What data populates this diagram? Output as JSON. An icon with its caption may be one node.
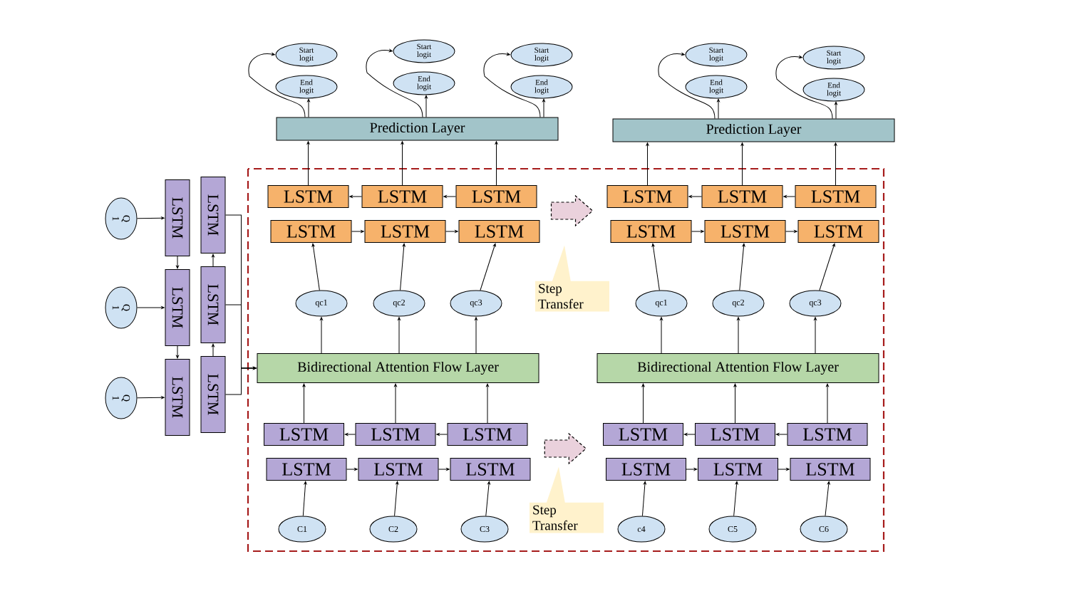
{
  "diagram": {
    "nodes": [
      {
        "text": [
          "Q 1"
        ]
      },
      {
        "text": [
          "Q 1"
        ]
      },
      {
        "text": [
          "Q 1"
        ]
      },
      {
        "text": [
          "LSTM"
        ]
      },
      {
        "text": [
          "LSTM"
        ]
      },
      {
        "text": [
          "LSTM"
        ]
      },
      {
        "text": [
          "LSTM"
        ]
      },
      {
        "text": [
          "LSTM"
        ]
      },
      {
        "text": [
          "LSTM"
        ]
      },
      {
        "text": [
          "Prediction Layer"
        ]
      },
      {
        "text": [
          "Start logit"
        ]
      },
      {
        "text": [
          "End logit"
        ]
      },
      {
        "text": [
          "Start logit"
        ]
      },
      {
        "text": [
          "End logit"
        ]
      },
      {
        "text": [
          "Start logit"
        ]
      },
      {
        "text": [
          "End logit"
        ]
      },
      {
        "text": [
          "LSTM"
        ]
      },
      {
        "text": [
          "LSTM"
        ]
      },
      {
        "text": [
          "LSTM"
        ]
      },
      {
        "text": [
          "LSTM"
        ]
      },
      {
        "text": [
          "LSTM"
        ]
      },
      {
        "text": [
          "LSTM"
        ]
      },
      {
        "text": [
          "qc1"
        ]
      },
      {
        "text": [
          "qc2"
        ]
      },
      {
        "text": [
          "qc3"
        ]
      },
      {
        "text": [
          "Bidirectional Attention Flow Layer"
        ]
      },
      {
        "text": [
          "LSTM"
        ]
      },
      {
        "text": [
          "LSTM"
        ]
      },
      {
        "text": [
          "LSTM"
        ]
      },
      {
        "text": [
          "LSTM"
        ]
      },
      {
        "text": [
          "LSTM"
        ]
      },
      {
        "text": [
          "LSTM"
        ]
      },
      {
        "text": [
          "C1"
        ]
      },
      {
        "text": [
          "C2"
        ]
      },
      {
        "text": [
          "C3"
        ]
      },
      {
        "text": [
          "Step Transfer"
        ]
      },
      {
        "text": [
          "Step Transfer"
        ]
      },
      {
        "text": [
          "Prediction Layer"
        ]
      },
      {
        "text": [
          "Start logit"
        ]
      },
      {
        "text": [
          "End logit"
        ]
      },
      {
        "text": [
          "Start logit"
        ]
      },
      {
        "text": [
          "End logit"
        ]
      },
      {
        "text": [
          "LSTM"
        ]
      },
      {
        "text": [
          "LSTM"
        ]
      },
      {
        "text": [
          "LSTM"
        ]
      },
      {
        "text": [
          "LSTM"
        ]
      },
      {
        "text": [
          "LSTM"
        ]
      },
      {
        "text": [
          "LSTM"
        ]
      },
      {
        "text": [
          "qc1"
        ]
      },
      {
        "text": [
          "qc2"
        ]
      },
      {
        "text": [
          "qc3"
        ]
      },
      {
        "text": [
          "Bidirectional Attention Flow Layer"
        ]
      },
      {
        "text": [
          "LSTM"
        ]
      },
      {
        "text": [
          "LSTM"
        ]
      },
      {
        "text": [
          "LSTM"
        ]
      },
      {
        "text": [
          "LSTM"
        ]
      },
      {
        "text": [
          "LSTM"
        ]
      },
      {
        "text": [
          "LSTM"
        ]
      },
      {
        "text": [
          "c4"
        ]
      },
      {
        "text": [
          "C5"
        ]
      },
      {
        "text": [
          "C6"
        ]
      }
    ],
    "edges": [
      {
        "from": 0,
        "to": 3,
        "arrow": "to"
      },
      {
        "from": 1,
        "to": 4,
        "arrow": "to"
      },
      {
        "from": 2,
        "to": 5,
        "arrow": "to"
      },
      {
        "from": 3,
        "to": 4,
        "arrow": "to"
      },
      {
        "from": 4,
        "to": 5,
        "arrow": "to"
      },
      {
        "from": 8,
        "to": 7,
        "arrow": "to"
      },
      {
        "from": 7,
        "to": 6,
        "arrow": "to"
      },
      {
        "from": 6,
        "to": 25,
        "arrow": "to"
      },
      {
        "from": 7,
        "to": 25,
        "arrow": "to"
      },
      {
        "from": 8,
        "to": 25,
        "arrow": "to"
      },
      {
        "from": 9,
        "to": 10,
        "arrow": "to"
      },
      {
        "from": 9,
        "to": 11,
        "arrow": "to"
      },
      {
        "from": 9,
        "to": 12,
        "arrow": "to"
      },
      {
        "from": 9,
        "to": 13,
        "arrow": "to"
      },
      {
        "from": 9,
        "to": 14,
        "arrow": "to"
      },
      {
        "from": 9,
        "to": 15,
        "arrow": "to"
      },
      {
        "from": 18,
        "to": 17,
        "arrow": "to"
      },
      {
        "from": 17,
        "to": 16,
        "arrow": "to"
      },
      {
        "from": 16,
        "to": 9,
        "arrow": "to"
      },
      {
        "from": 17,
        "to": 9,
        "arrow": "to"
      },
      {
        "from": 18,
        "to": 9,
        "arrow": "to"
      },
      {
        "from": 19,
        "to": 20,
        "arrow": "to"
      },
      {
        "from": 20,
        "to": 21,
        "arrow": "to"
      },
      {
        "from": 22,
        "to": 19,
        "arrow": "to"
      },
      {
        "from": 23,
        "to": 20,
        "arrow": "to"
      },
      {
        "from": 24,
        "to": 21,
        "arrow": "to"
      },
      {
        "from": 25,
        "to": 22,
        "arrow": "to"
      },
      {
        "from": 25,
        "to": 23,
        "arrow": "to"
      },
      {
        "from": 25,
        "to": 24,
        "arrow": "to"
      },
      {
        "from": 28,
        "to": 27,
        "arrow": "to"
      },
      {
        "from": 27,
        "to": 26,
        "arrow": "to"
      },
      {
        "from": 26,
        "to": 25,
        "arrow": "to"
      },
      {
        "from": 27,
        "to": 25,
        "arrow": "to"
      },
      {
        "from": 28,
        "to": 25,
        "arrow": "to"
      },
      {
        "from": 29,
        "to": 30,
        "arrow": "to"
      },
      {
        "from": 30,
        "to": 31,
        "arrow": "to"
      },
      {
        "from": 32,
        "to": 29,
        "arrow": "to"
      },
      {
        "from": 33,
        "to": 30,
        "arrow": "to"
      },
      {
        "from": 34,
        "to": 31,
        "arrow": "to"
      },
      {
        "from": 18,
        "to": 42,
        "arrow": "to",
        "style": "dashed"
      },
      {
        "from": 28,
        "to": 52,
        "arrow": "to",
        "style": "dashed"
      },
      {
        "from": 37,
        "to": 38,
        "arrow": "to"
      },
      {
        "from": 37,
        "to": 39,
        "arrow": "to"
      },
      {
        "from": 37,
        "to": 40,
        "arrow": "to"
      },
      {
        "from": 37,
        "to": 41,
        "arrow": "to"
      },
      {
        "from": 44,
        "to": 43,
        "arrow": "to"
      },
      {
        "from": 43,
        "to": 42,
        "arrow": "to"
      },
      {
        "from": 42,
        "to": 37,
        "arrow": "to"
      },
      {
        "from": 43,
        "to": 37,
        "arrow": "to"
      },
      {
        "from": 44,
        "to": 37,
        "arrow": "to"
      },
      {
        "from": 45,
        "to": 46,
        "arrow": "to"
      },
      {
        "from": 46,
        "to": 47,
        "arrow": "to"
      },
      {
        "from": 48,
        "to": 45,
        "arrow": "to"
      },
      {
        "from": 49,
        "to": 46,
        "arrow": "to"
      },
      {
        "from": 50,
        "to": 47,
        "arrow": "to"
      },
      {
        "from": 51,
        "to": 48,
        "arrow": "to"
      },
      {
        "from": 51,
        "to": 49,
        "arrow": "to"
      },
      {
        "from": 51,
        "to": 50,
        "arrow": "to"
      },
      {
        "from": 54,
        "to": 53,
        "arrow": "to"
      },
      {
        "from": 53,
        "to": 52,
        "arrow": "to"
      },
      {
        "from": 52,
        "to": 51,
        "arrow": "to"
      },
      {
        "from": 53,
        "to": 51,
        "arrow": "to"
      },
      {
        "from": 54,
        "to": 51,
        "arrow": "to"
      },
      {
        "from": 55,
        "to": 56,
        "arrow": "to"
      },
      {
        "from": 56,
        "to": 57,
        "arrow": "to"
      },
      {
        "from": 58,
        "to": 55,
        "arrow": "to"
      },
      {
        "from": 59,
        "to": 56,
        "arrow": "to"
      },
      {
        "from": 60,
        "to": 57,
        "arrow": "to"
      }
    ]
  }
}
